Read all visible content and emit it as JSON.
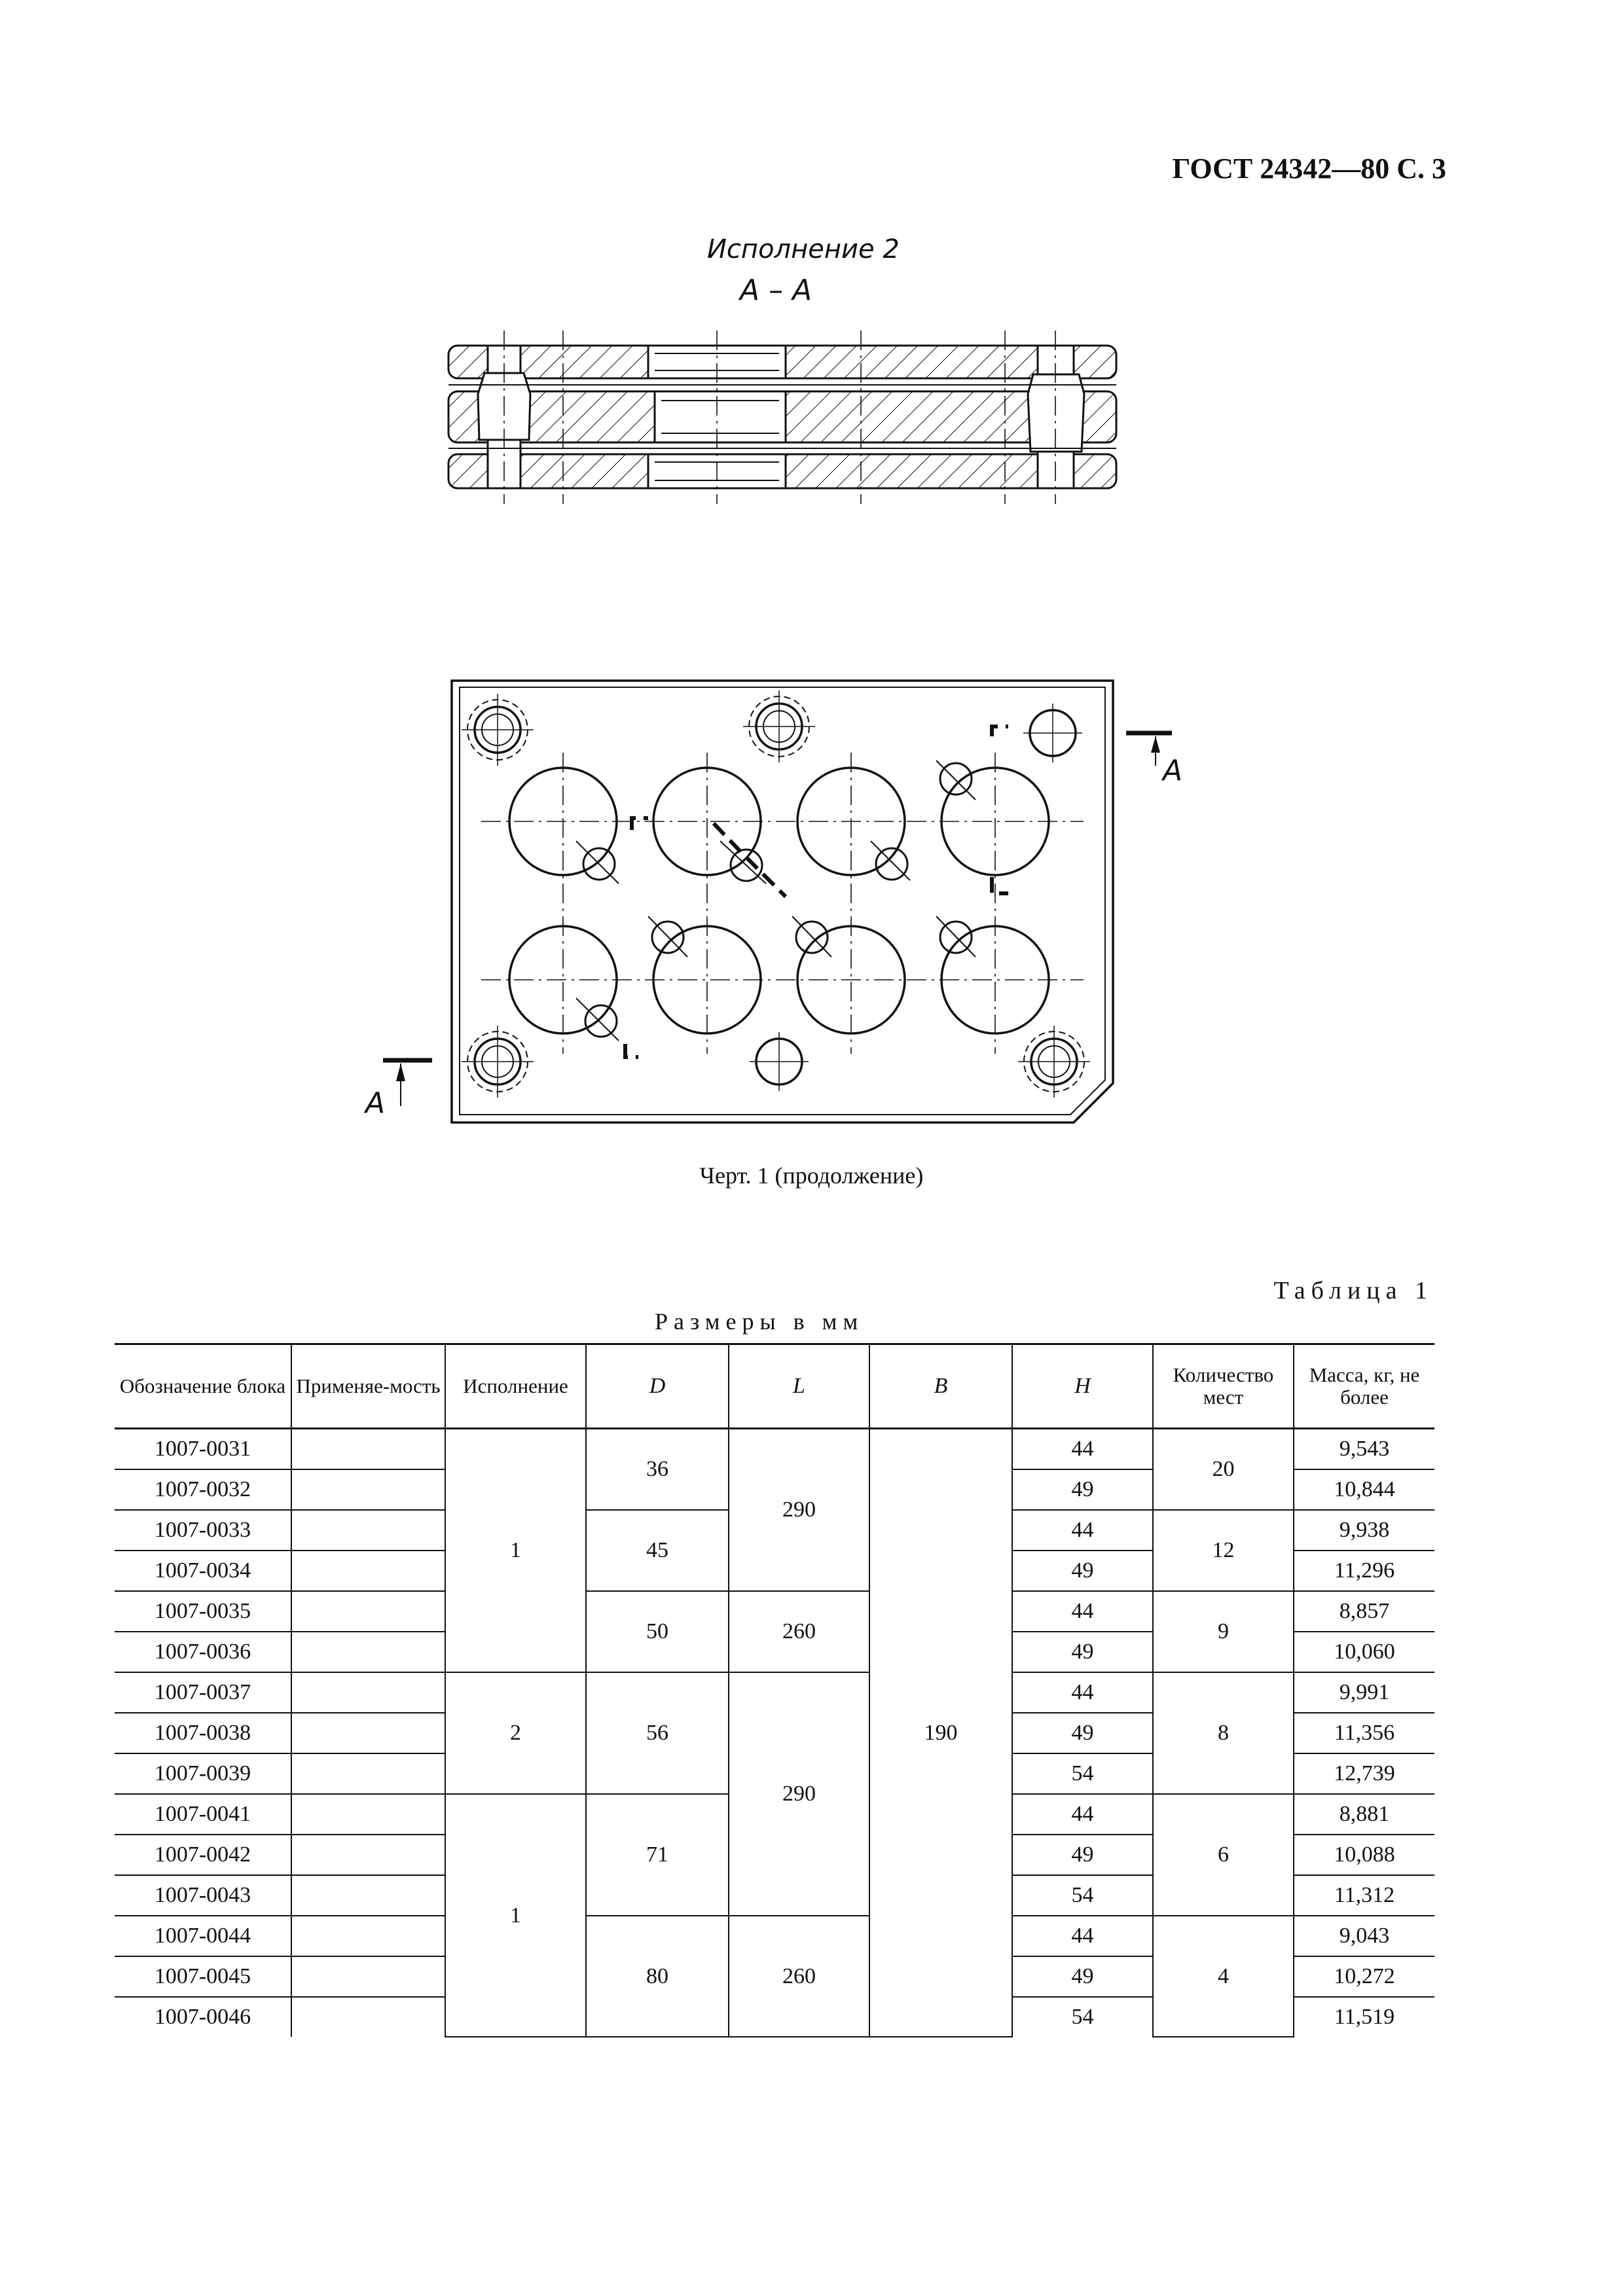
{
  "header": {
    "standard": "ГОСТ 24342—80 С. 3"
  },
  "drawing": {
    "variant_title": "Исполнение 2",
    "section_title": "А – А",
    "section_mark_top": "А",
    "section_mark_bottom": "А",
    "caption": "Черт. 1 (продолжение)"
  },
  "table": {
    "label": "Таблица 1",
    "units": "Размеры в мм",
    "columns": [
      "Обозначение блока",
      "Применяе-мость",
      "Исполнение",
      "D",
      "L",
      "B",
      "H",
      "Количество мест",
      "Масса, кг, не более"
    ],
    "rows": [
      {
        "code": "1007-0031",
        "applicability": "",
        "variant": "1",
        "D": "36",
        "L": "290",
        "B": "190",
        "H": "44",
        "places": "20",
        "mass": "9,543"
      },
      {
        "code": "1007-0032",
        "applicability": "",
        "variant": "1",
        "D": "36",
        "L": "290",
        "B": "190",
        "H": "49",
        "places": "20",
        "mass": "10,844"
      },
      {
        "code": "1007-0033",
        "applicability": "",
        "variant": "1",
        "D": "45",
        "L": "290",
        "B": "190",
        "H": "44",
        "places": "12",
        "mass": "9,938"
      },
      {
        "code": "1007-0034",
        "applicability": "",
        "variant": "1",
        "D": "45",
        "L": "290",
        "B": "190",
        "H": "49",
        "places": "12",
        "mass": "11,296"
      },
      {
        "code": "1007-0035",
        "applicability": "",
        "variant": "1",
        "D": "50",
        "L": "260",
        "B": "190",
        "H": "44",
        "places": "9",
        "mass": "8,857"
      },
      {
        "code": "1007-0036",
        "applicability": "",
        "variant": "1",
        "D": "50",
        "L": "260",
        "B": "190",
        "H": "49",
        "places": "9",
        "mass": "10,060"
      },
      {
        "code": "1007-0037",
        "applicability": "",
        "variant": "2",
        "D": "56",
        "L": "290",
        "B": "190",
        "H": "44",
        "places": "8",
        "mass": "9,991"
      },
      {
        "code": "1007-0038",
        "applicability": "",
        "variant": "2",
        "D": "56",
        "L": "290",
        "B": "190",
        "H": "49",
        "places": "8",
        "mass": "11,356"
      },
      {
        "code": "1007-0039",
        "applicability": "",
        "variant": "2",
        "D": "56",
        "L": "290",
        "B": "190",
        "H": "54",
        "places": "8",
        "mass": "12,739"
      },
      {
        "code": "1007-0041",
        "applicability": "",
        "variant": "1",
        "D": "71",
        "L": "290",
        "B": "190",
        "H": "44",
        "places": "6",
        "mass": "8,881"
      },
      {
        "code": "1007-0042",
        "applicability": "",
        "variant": "1",
        "D": "71",
        "L": "290",
        "B": "190",
        "H": "49",
        "places": "6",
        "mass": "10,088"
      },
      {
        "code": "1007-0043",
        "applicability": "",
        "variant": "1",
        "D": "71",
        "L": "290",
        "B": "190",
        "H": "54",
        "places": "6",
        "mass": "11,312"
      },
      {
        "code": "1007-0044",
        "applicability": "",
        "variant": "1",
        "D": "80",
        "L": "260",
        "B": "190",
        "H": "44",
        "places": "4",
        "mass": "9,043"
      },
      {
        "code": "1007-0045",
        "applicability": "",
        "variant": "1",
        "D": "80",
        "L": "260",
        "B": "190",
        "H": "49",
        "places": "4",
        "mass": "10,272"
      },
      {
        "code": "1007-0046",
        "applicability": "",
        "variant": "1",
        "D": "80",
        "L": "260",
        "B": "190",
        "H": "54",
        "places": "4",
        "mass": "11,519"
      }
    ]
  }
}
